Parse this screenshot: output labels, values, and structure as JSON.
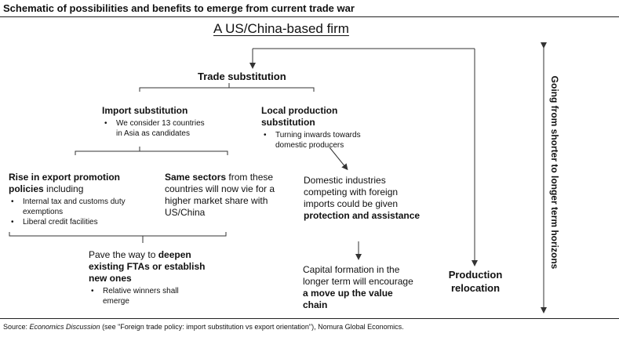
{
  "title": "Schematic of possibilities and benefits to emerge from current trade war",
  "firm": "A US/China-based firm",
  "trade_substitution": "Trade substitution",
  "import_sub": {
    "heading": "Import substitution",
    "bullets": [
      "We consider 13 countries in Asia as candidates"
    ]
  },
  "local_sub": {
    "heading_1": "Local production",
    "heading_2": "substitution",
    "bullets": [
      "Turning inwards towards domestic producers"
    ]
  },
  "export_promo": {
    "heading_1": "Rise in export promotion",
    "heading_2_bold": "policies",
    "heading_2_rest": " including",
    "bullets": [
      "Internal tax and customs duty exemptions",
      "Liberal credit facilities"
    ]
  },
  "same_sectors": {
    "bold": "Same sectors",
    "rest": " from these countries will now vie for a higher market share with US/China"
  },
  "domestic": {
    "text": "Domestic industries competing with foreign imports could be given ",
    "bold": "protection and assistance"
  },
  "fta": {
    "text": "Pave the way to ",
    "bold": "deepen existing FTAs or establish new ones",
    "bullets": [
      "Relative winners shall emerge"
    ]
  },
  "capital": {
    "text": "Capital formation in the longer term will encourage ",
    "bold": "a move up the value chain"
  },
  "relocation": {
    "line_1": "Production",
    "line_2": "relocation"
  },
  "horizon_label": "Going from shorter to longer term horizons",
  "source": {
    "prefix": "Source: ",
    "italic": "Economics Discussion",
    "rest": " (see \"Foreign trade policy: import substitution vs export orientation\"), Nomura Global Economics."
  }
}
